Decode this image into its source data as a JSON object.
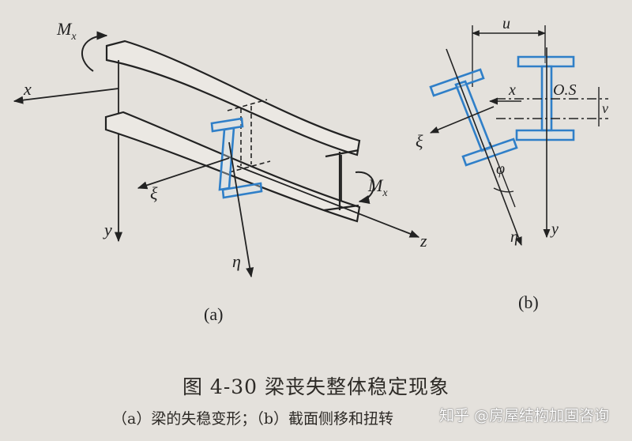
{
  "figure": {
    "title": "图 4-30    梁丧失整体稳定现象",
    "subtitle": "（a）梁的失稳变形；（b）截面侧移和扭转",
    "watermark": "知乎 @房屋结构加固咨询"
  },
  "panel_a": {
    "label": "(a)",
    "moment_left": "M",
    "moment_right": "M",
    "moment_subscript": "x",
    "axis_x": "x",
    "axis_y": "y",
    "axis_z": "z",
    "axis_xi": "ξ",
    "axis_eta": "η"
  },
  "panel_b": {
    "label": "(b)",
    "dim_u": "u",
    "dim_v": "v",
    "shear_center": "O.S",
    "axis_x": "x",
    "axis_y": "y",
    "axis_xi": "ξ",
    "axis_eta": "η",
    "angle": "φ"
  },
  "colors": {
    "ink": "#222222",
    "highlight": "#2f7fc8",
    "highlight_fill": "#d6e4ef",
    "paper": "#e4e1dc"
  }
}
